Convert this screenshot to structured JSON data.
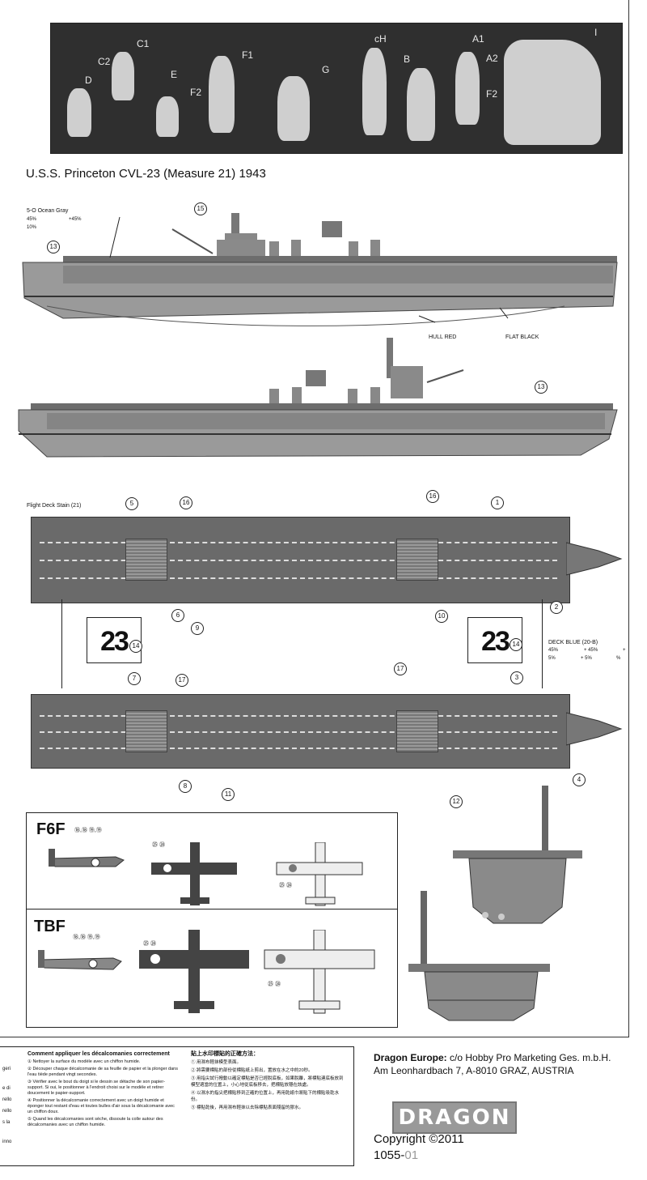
{
  "photo": {
    "labels": [
      "D",
      "C2",
      "C1",
      "E",
      "F2",
      "F1",
      "G",
      "cH",
      "B",
      "A1",
      "A2",
      "F2",
      "I"
    ]
  },
  "title": "U.S.S. Princeton CVL-23 (Measure 21) 1943",
  "paint": {
    "ocean_gray": "5-O Ocean Gray",
    "pct45a": "45%",
    "pct45b": "+45%",
    "pct10": "10%",
    "hull_red": "HULL RED",
    "flat_black": "FLAT BLACK",
    "flight_deck_stain": "Flight Deck Stain (21)",
    "deck_blue": "DECK BLUE (20-B)",
    "db_line1a": "45%",
    "db_line1b": "+ 45%",
    "db_line1c": "+",
    "db_line2a": "5%",
    "db_line2b": "+ 5%",
    "db_line2c": "%"
  },
  "callouts": {
    "c1": "1",
    "c2": "2",
    "c3": "3",
    "c4": "4",
    "c5": "5",
    "c6": "6",
    "c7": "7",
    "c8": "8",
    "c9": "9",
    "c10": "10",
    "c11": "11",
    "c12": "12",
    "c13a": "13",
    "c13b": "13",
    "c14a": "14",
    "c14b": "14",
    "c15": "15",
    "c16a": "16",
    "c16b": "16",
    "c17a": "17",
    "c17b": "17"
  },
  "hull_number": "23",
  "aircraft": {
    "f6f": "F6F",
    "tbf": "TBF",
    "f6f_decals_side": "⑱,⑱ ⑲,⑲",
    "f6f_decals_top": "㉕ ㉔",
    "f6f_decals_bottom": "㉕ ㉔",
    "tbf_decals_side": "⑱,⑱ ⑲,⑲",
    "tbf_decals_top": "㉕ ㉔",
    "tbf_decals_bottom": "㉕ ㉔"
  },
  "instructions": {
    "left_col": [
      "geri",
      "e di",
      "rello",
      "rello",
      "s la",
      "inno"
    ],
    "fr_title": "Comment appliquer les décalcomanies correctement",
    "fr_steps": [
      "① Nettoyer la surface du modèle avec un chiffon humide.",
      "② Découper chaque décalcomanie de sa feuille de papier et la plonger dans l'eau tiède pendant vingt secondes.",
      "③ Vérifier avec le bout du doigt si le dessin se détache de son papier-support. Si oui, le positionner à l'endroit choisi sur le modèle et retirer doucement le papier-support.",
      "④ Positionner la décalcomanie correctement avec un doigt humide et éponger tout restant d'eau et toutes bulles d'air sous la décalcomanie avec un chiffon doux.",
      "⑤ Quand les décalcomanies sont sèche, dissoute la colle autour des décalcomanies avec un chiffon humide."
    ],
    "zh_title": "貼上水印標貼的正確方法：",
    "zh_steps": [
      "① 用濕布輕抹模型表面。",
      "② 將需要標貼的部份從標貼紙上剪出，置放在水之中約20秒。",
      "③ 用指尖試行撥動以確定標貼是否已經脫底板，如果脫離，將標貼連底板放到模型適當的位置上，小心地從底板移去，把標貼放穩在該處。",
      "④ 以濕水的指尖把標貼移到正確的位置上，再用乾紙巾將貼下的標貼吸乾水份。",
      "⑤ 標貼乾後，再用濕布輕抹以去除標貼表面殘留的膠水。"
    ]
  },
  "company": {
    "line1_bold": "Dragon Europe:",
    "line1_rest": " c/o Hobby Pro Marketing Ges. m.b.H.",
    "line2": "Am Leonhardbach 7, A-8010 GRAZ, AUSTRIA",
    "logo": "DRAGON",
    "copyright": "Copyright ©2011",
    "code_main": "1055-",
    "code_suffix": "01"
  }
}
